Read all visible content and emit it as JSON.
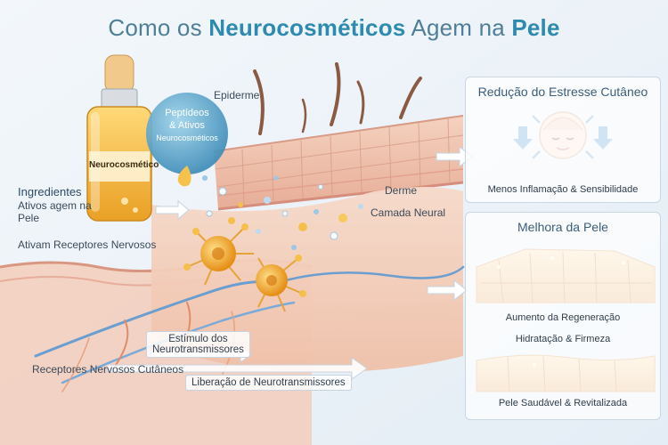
{
  "title": {
    "prefix": "Como os",
    "highlight1": "Neurocosméticos",
    "middle": "Agem na",
    "highlight2": "Pele"
  },
  "product": {
    "bottle_label": "Neurocosmético",
    "bubble_line1": "Peptídeos",
    "bubble_line2": "& Ativos",
    "bubble_line3": "Neurocosméticos"
  },
  "labels": {
    "epiderme": "Epiderme",
    "derme": "Derme",
    "camada_neural": "Camada Neural",
    "ingredientes_title": "Ingredientes",
    "ingredientes_line2": "Ativos agem na",
    "ingredientes_line3": "Pele",
    "ativam": "Ativam Receptores Nervosos",
    "estimulo_line1": "Estímulo dos",
    "estimulo_line2": "Neurotransmissores",
    "receptores": "Receptores Nervosos Cutâneos",
    "liberacao": "Liberação de Neurotransmissores"
  },
  "panels": {
    "stress": {
      "title": "Redução do Estresse Cutâneo",
      "caption": "Menos Inflamação & Sensibilidade"
    },
    "skin": {
      "title": "Melhora da Pele",
      "caption1": "Aumento da Regeneração",
      "caption2": "Hidratação & Firmeza",
      "caption3": "Pele Saudável & Revitalizada"
    }
  },
  "colors": {
    "title_accent": "#2d8bb0",
    "serum": "#f3b63a",
    "neuron": "#f0a92a",
    "nerve_blue": "#6b9ed0",
    "skin_pink": "#e8b3a4"
  }
}
